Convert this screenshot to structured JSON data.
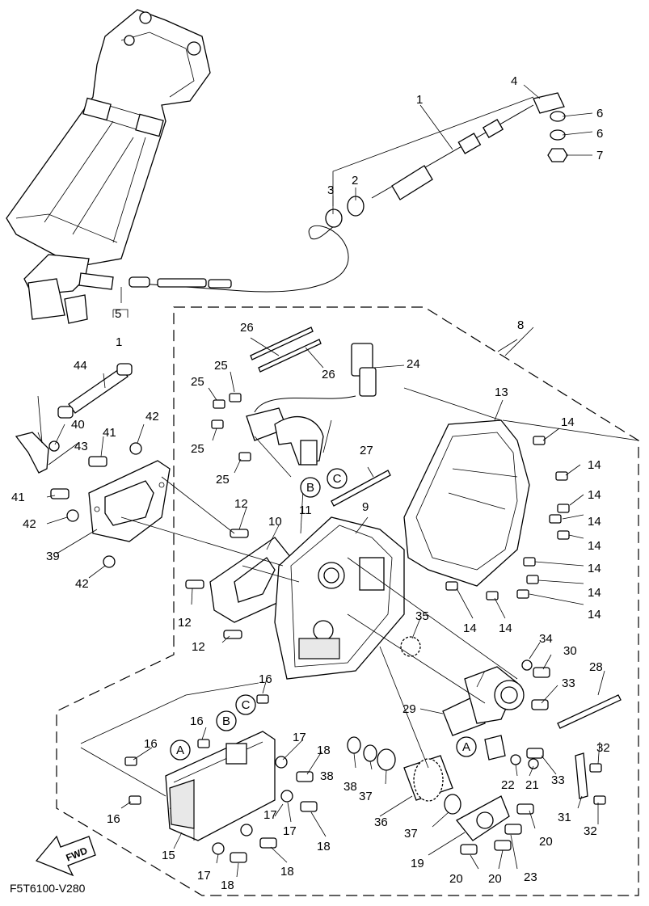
{
  "diagram_code": "F5T6100-V280",
  "fwd_label": "FWD",
  "labels": {
    "n1a": "1",
    "n1b": "1",
    "n2": "2",
    "n3": "3",
    "n4": "4",
    "n5": "5",
    "n6a": "6",
    "n6b": "6",
    "n7": "7",
    "n8": "8",
    "n9": "9",
    "n10": "10",
    "n11": "11",
    "n12a": "12",
    "n12b": "12",
    "n12c": "12",
    "n13": "13",
    "n14a": "14",
    "n14b": "14",
    "n14c": "14",
    "n14d": "14",
    "n14e": "14",
    "n14f": "14",
    "n14g": "14",
    "n14h": "14",
    "n14i": "14",
    "n14j": "14",
    "n15": "15",
    "n16a": "16",
    "n16b": "16",
    "n16c": "16",
    "n16d": "16",
    "n17a": "17",
    "n17b": "17",
    "n17c": "17",
    "n17d": "17",
    "n18a": "18",
    "n18b": "18",
    "n18c": "18",
    "n18d": "18",
    "n19": "19",
    "n20a": "20",
    "n20b": "20",
    "n20c": "20",
    "n21": "21",
    "n22": "22",
    "n23": "23",
    "n24": "24",
    "n25a": "25",
    "n25b": "25",
    "n25c": "25",
    "n25d": "25",
    "n26a": "26",
    "n26b": "26",
    "n27": "27",
    "n28": "28",
    "n29": "29",
    "n30": "30",
    "n31": "31",
    "n32a": "32",
    "n32b": "32",
    "n33a": "33",
    "n33b": "33",
    "n34": "34",
    "n35": "35",
    "n36": "36",
    "n37a": "37",
    "n37b": "37",
    "n38a": "38",
    "n38b": "38",
    "n39": "39",
    "n40": "40",
    "n41a": "41",
    "n41b": "41",
    "n42a": "42",
    "n42b": "42",
    "n42c": "42",
    "n43": "43",
    "n44": "44"
  },
  "ref_marks": {
    "a1": "A",
    "a2": "A",
    "b1": "B",
    "b2": "B",
    "c1": "C",
    "c2": "C"
  }
}
